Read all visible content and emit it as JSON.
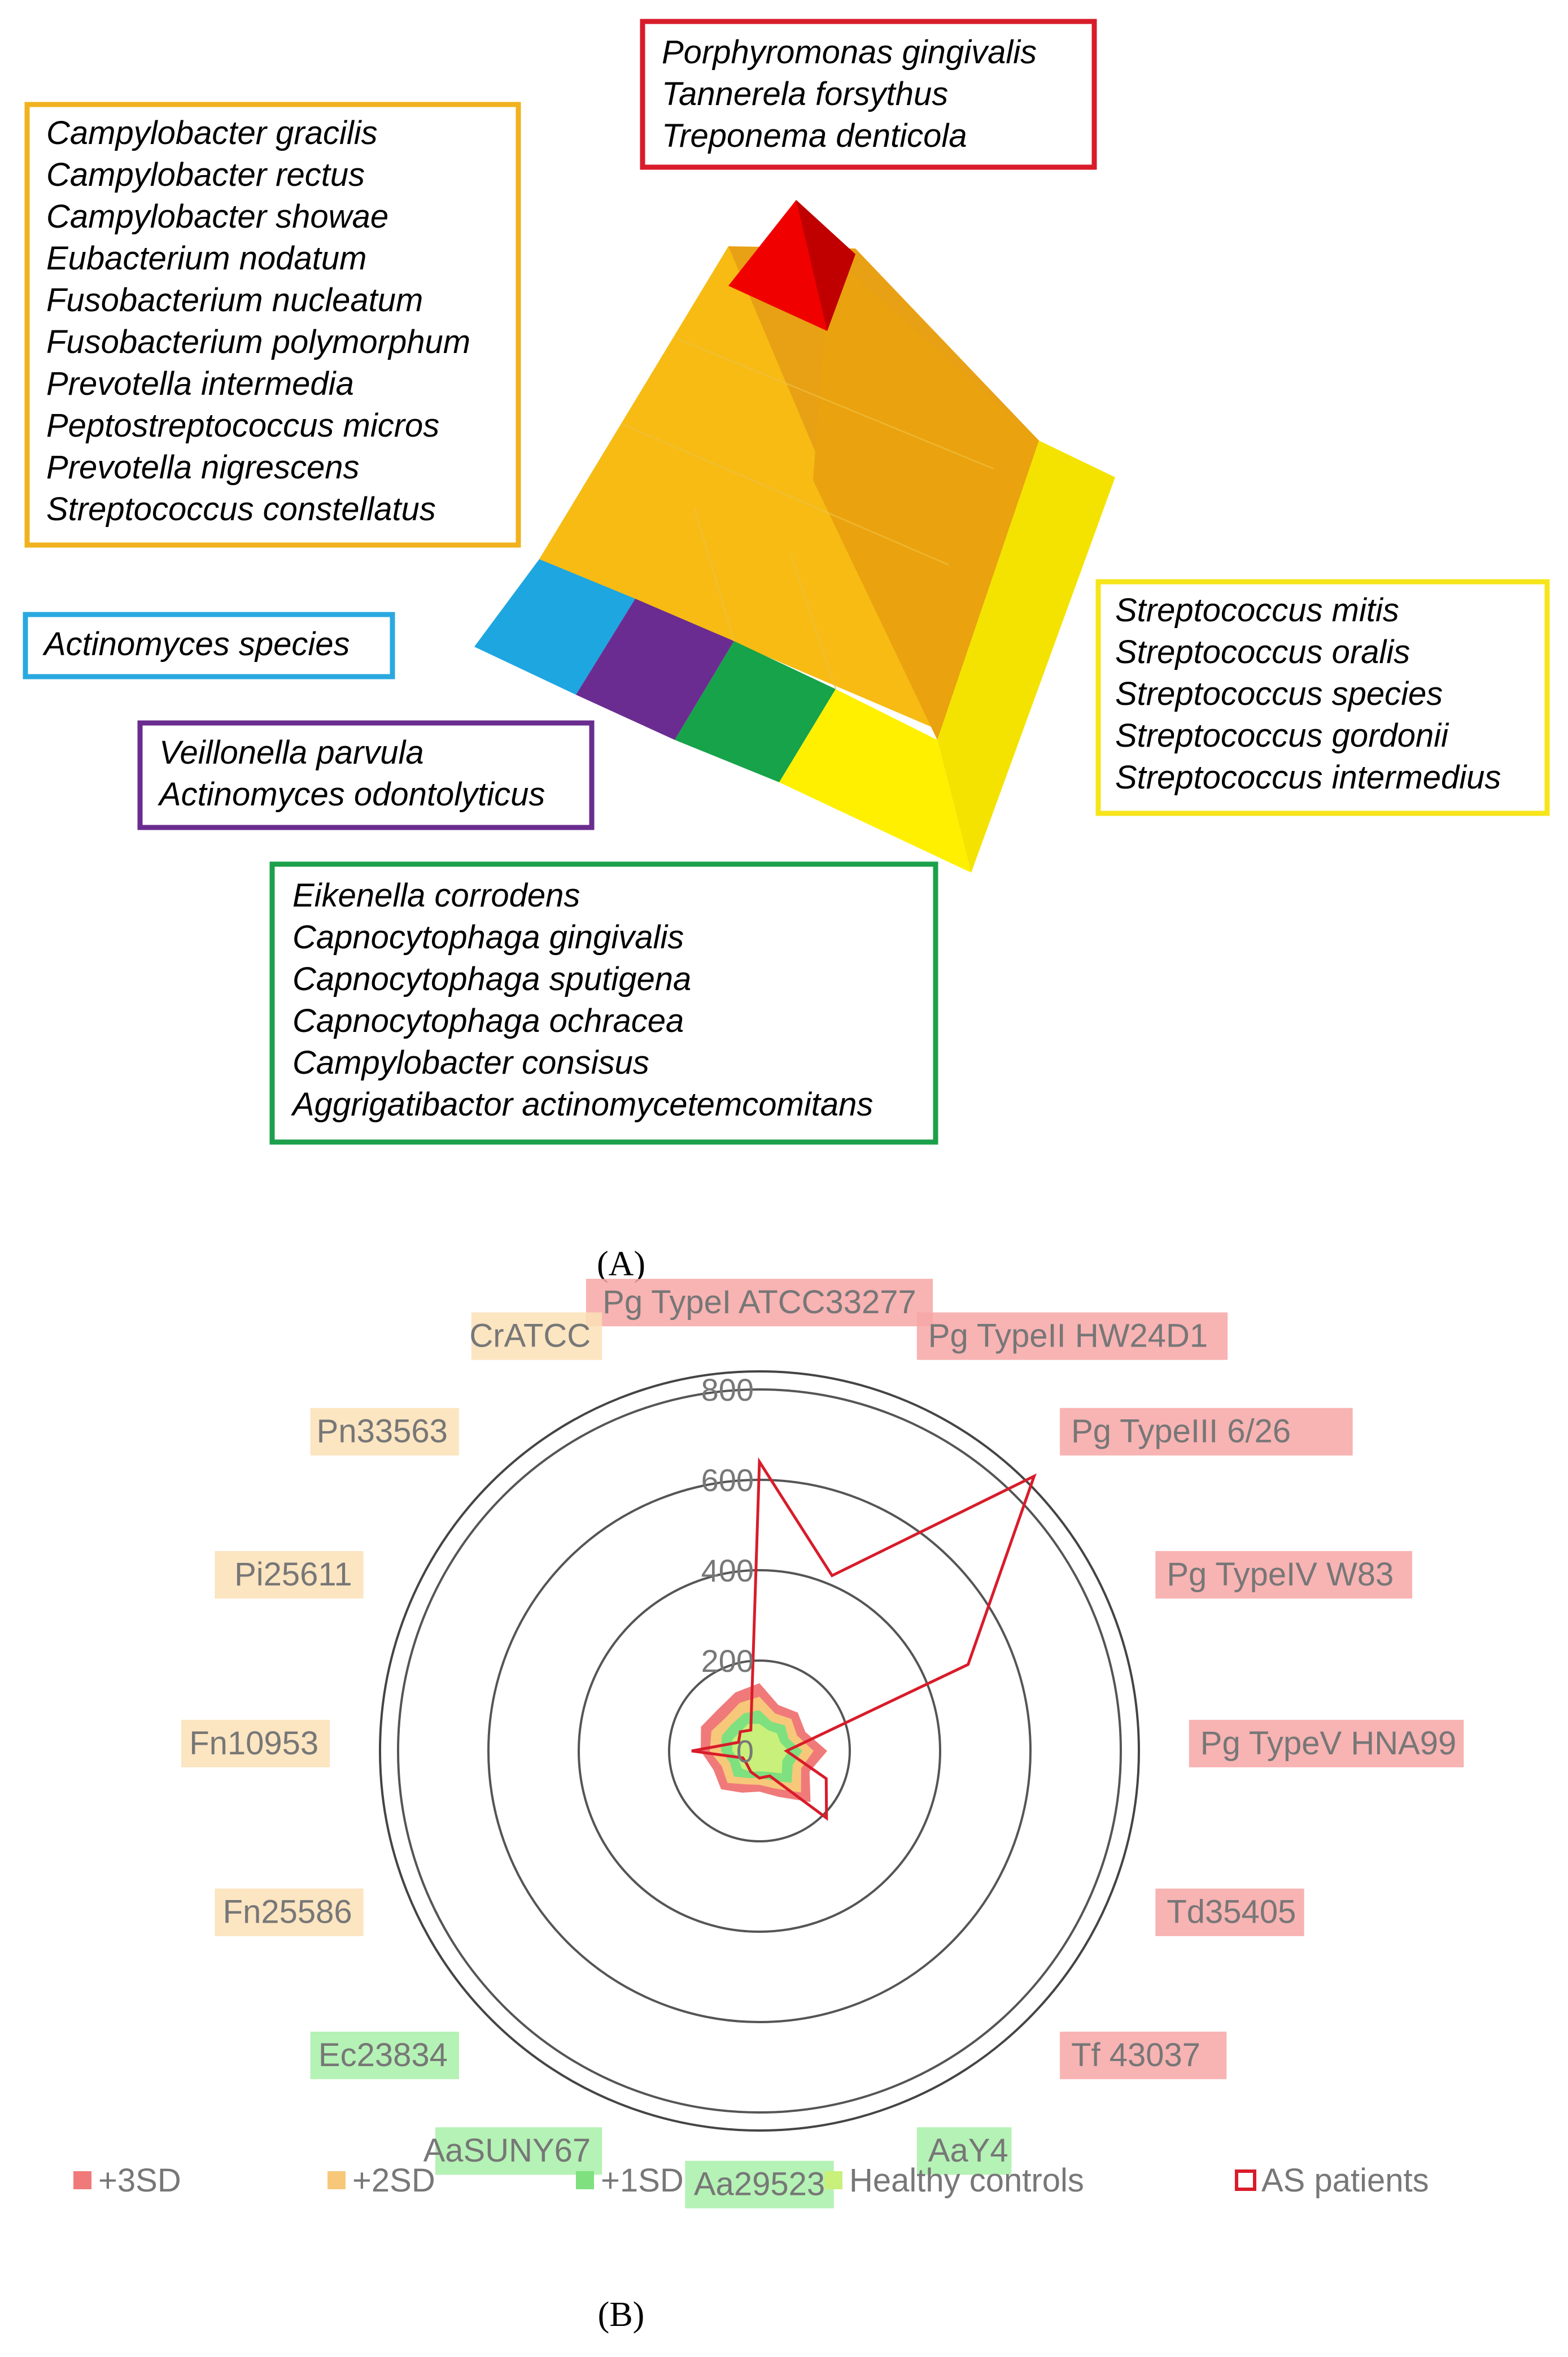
{
  "panel_a": {
    "caption": "(A)",
    "groups": [
      {
        "name": "red",
        "color": "#d81c2a",
        "species": [
          "Porphyromonas gingivalis",
          "Tannerela forsythus",
          "Treponema denticola"
        ]
      },
      {
        "name": "orange",
        "color": "#f0b21e",
        "species": [
          "Campylobacter gracilis",
          "Campylobacter rectus",
          "Campylobacter showae",
          "Eubacterium nodatum",
          "Fusobacterium nucleatum",
          "Fusobacterium polymorphum",
          "Prevotella intermedia",
          "Peptostreptococcus micros",
          "Prevotella nigrescens",
          "Streptococcus constellatus"
        ]
      },
      {
        "name": "blue",
        "color": "#2aa8df",
        "species": [
          "Actinomyces species"
        ]
      },
      {
        "name": "purple",
        "color": "#6a2d8f",
        "species": [
          "Veillonella parvula",
          "Actinomyces odontolyticus"
        ]
      },
      {
        "name": "green",
        "color": "#1ca04b",
        "species": [
          "Eikenella corrodens",
          "Capnocytophaga gingivalis",
          "Capnocytophaga sputigena",
          "Capnocytophaga ochracea",
          "Campylobacter consisus",
          "Aggrigatibactor actinomycetemcomitans"
        ]
      },
      {
        "name": "yellow",
        "color": "#f6e51a",
        "species": [
          "Streptococcus mitis",
          "Streptococcus oralis",
          "Streptococcus species",
          "Streptococcus gordonii",
          "Streptococcus intermedius"
        ]
      }
    ]
  },
  "panel_b": {
    "caption": "(B)",
    "chart_data": {
      "type": "radar",
      "r_ticks": [
        "0",
        "200",
        "400",
        "600",
        "800"
      ],
      "r_range": [
        0,
        800
      ],
      "categories": [
        {
          "label": "Pg TypeI ATCC33277",
          "band": "+3SD"
        },
        {
          "label": "Pg TypeII HW24D1",
          "band": "+3SD"
        },
        {
          "label": "Pg TypeIII 6/26",
          "band": "+3SD"
        },
        {
          "label": "Pg TypeIV W83",
          "band": "+3SD"
        },
        {
          "label": "Pg TypeV HNA99",
          "band": "+3SD"
        },
        {
          "label": "Td35405",
          "band": "+3SD"
        },
        {
          "label": "Tf 43037",
          "band": "+3SD"
        },
        {
          "label": "AaY4",
          "band": "+1SD"
        },
        {
          "label": "Aa29523",
          "band": "+1SD"
        },
        {
          "label": "AaSUNY67",
          "band": "+1SD"
        },
        {
          "label": "Ec23834",
          "band": "+1SD"
        },
        {
          "label": "Fn25586",
          "band": "+2SD"
        },
        {
          "label": "Fn10953",
          "band": "+2SD"
        },
        {
          "label": "Pi25611",
          "band": "+2SD"
        },
        {
          "label": "Pn33563",
          "band": "+2SD"
        },
        {
          "label": "CrATCC",
          "band": "+2SD"
        }
      ],
      "series": [
        {
          "name": "+3SD",
          "color": "#f07a7a",
          "values": [
            150,
            110,
            120,
            110,
            150,
            120,
            160,
            110,
            90,
            100,
            120,
            110,
            130,
            140,
            130,
            140
          ]
        },
        {
          "name": "+2SD",
          "color": "#f7c87a",
          "values": [
            120,
            90,
            100,
            90,
            120,
            100,
            130,
            90,
            75,
            80,
            100,
            90,
            110,
            115,
            105,
            115
          ]
        },
        {
          "name": "+1SD",
          "color": "#7ee07e",
          "values": [
            90,
            70,
            80,
            70,
            95,
            80,
            100,
            70,
            60,
            65,
            80,
            70,
            85,
            90,
            85,
            90
          ]
        },
        {
          "name": "Healthy controls",
          "color": "#c8f07a",
          "values": [
            60,
            50,
            55,
            50,
            65,
            55,
            70,
            50,
            45,
            50,
            55,
            50,
            60,
            65,
            60,
            65
          ]
        },
        {
          "name": "AS patients",
          "color": "#d81c2a",
          "values": [
            640,
            420,
            860,
            500,
            60,
            160,
            210,
            60,
            60,
            50,
            40,
            40,
            150,
            50,
            60,
            50
          ]
        }
      ],
      "legend": [
        {
          "name": "+3SD",
          "color": "#f07a7a"
        },
        {
          "name": "+2SD",
          "color": "#f7c87a"
        },
        {
          "name": "+1SD",
          "color": "#7ee07e"
        },
        {
          "name": "Healthy controls",
          "color": "#c8f07a"
        },
        {
          "name": "AS patients",
          "color": "#d81c2a",
          "outline": true
        }
      ],
      "band_colors": {
        "+3SD": "#f7a6a6",
        "+2SD": "#fbe0b6",
        "+1SD": "#a8f0a8"
      }
    }
  }
}
